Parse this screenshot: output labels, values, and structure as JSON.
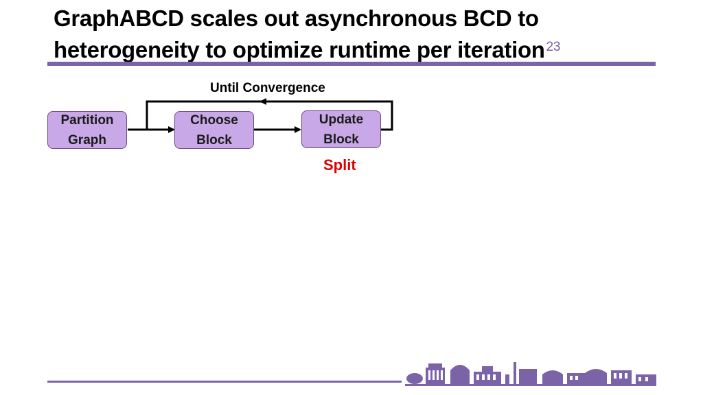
{
  "slide": {
    "title": "GraphABCD scales out asynchronous BCD to heterogeneity to optimize runtime per iteration",
    "page_number": "23"
  },
  "diagram": {
    "loop_label": "Until Convergence",
    "boxes": [
      {
        "line1": "Partition",
        "line2": "Graph"
      },
      {
        "line1": "Choose",
        "line2": "Block"
      },
      {
        "line1": "Update",
        "line2": "Block"
      }
    ],
    "annotation": "Split"
  },
  "colors": {
    "accent": "#7b63a7",
    "box_fill": "#c8a8e6",
    "annotation": "#e00000"
  },
  "footer": {
    "logo": "campus-skyline-logo"
  }
}
